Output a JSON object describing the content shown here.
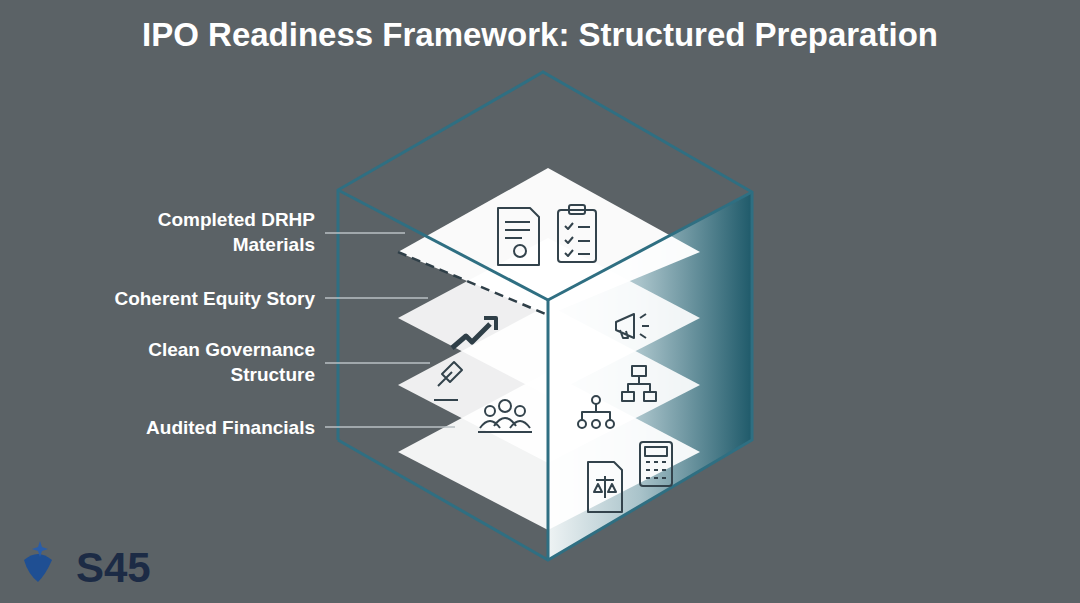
{
  "diagram": {
    "title": "IPO Readiness Framework: Structured Preparation",
    "labels": [
      "Completed DRHP Materials",
      "Coherent Equity Story",
      "Clean Governance Structure",
      "Audited Financials",
      "S45"
    ]
  }
}
